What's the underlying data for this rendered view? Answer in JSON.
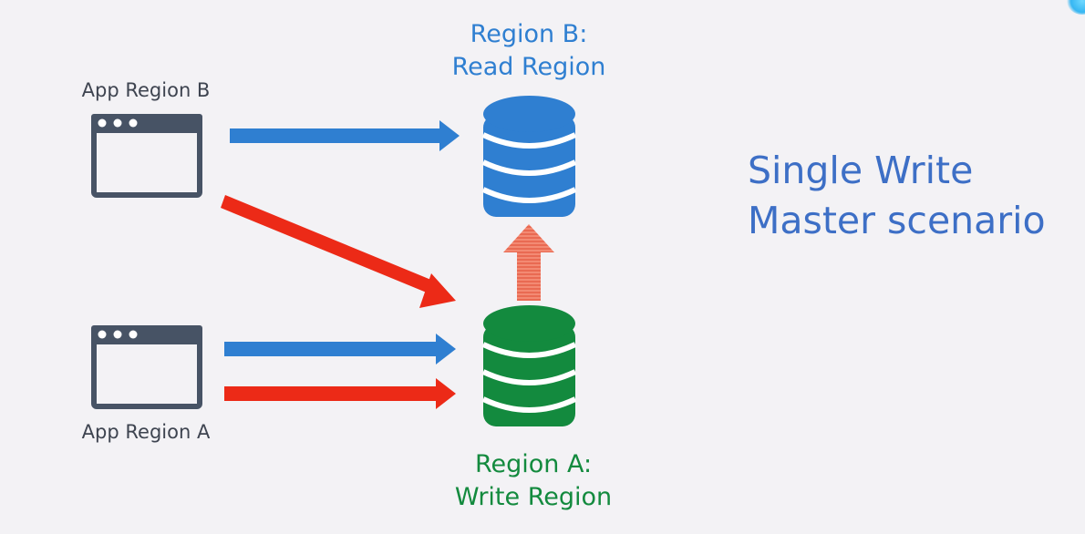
{
  "apps": {
    "region_b_label": "App Region B",
    "region_a_label": "App Region A"
  },
  "regions": {
    "read": {
      "line1": "Region B:",
      "line2": "Read Region"
    },
    "write": {
      "line1": "Region A:",
      "line2": "Write Region"
    }
  },
  "title": {
    "line1": "Single Write",
    "line2": "Master scenario"
  },
  "colors": {
    "read_arrow": "#2f7fd1",
    "write_arrow": "#ec2a17",
    "replication_arrow": "#f07a62",
    "read_db": "#2f7fd1",
    "write_db": "#138a3e",
    "app_window": "#475365",
    "title": "#3d6fc6"
  },
  "icons": {
    "app_window": "browser-window-icon",
    "database": "database-cylinder-icon"
  }
}
